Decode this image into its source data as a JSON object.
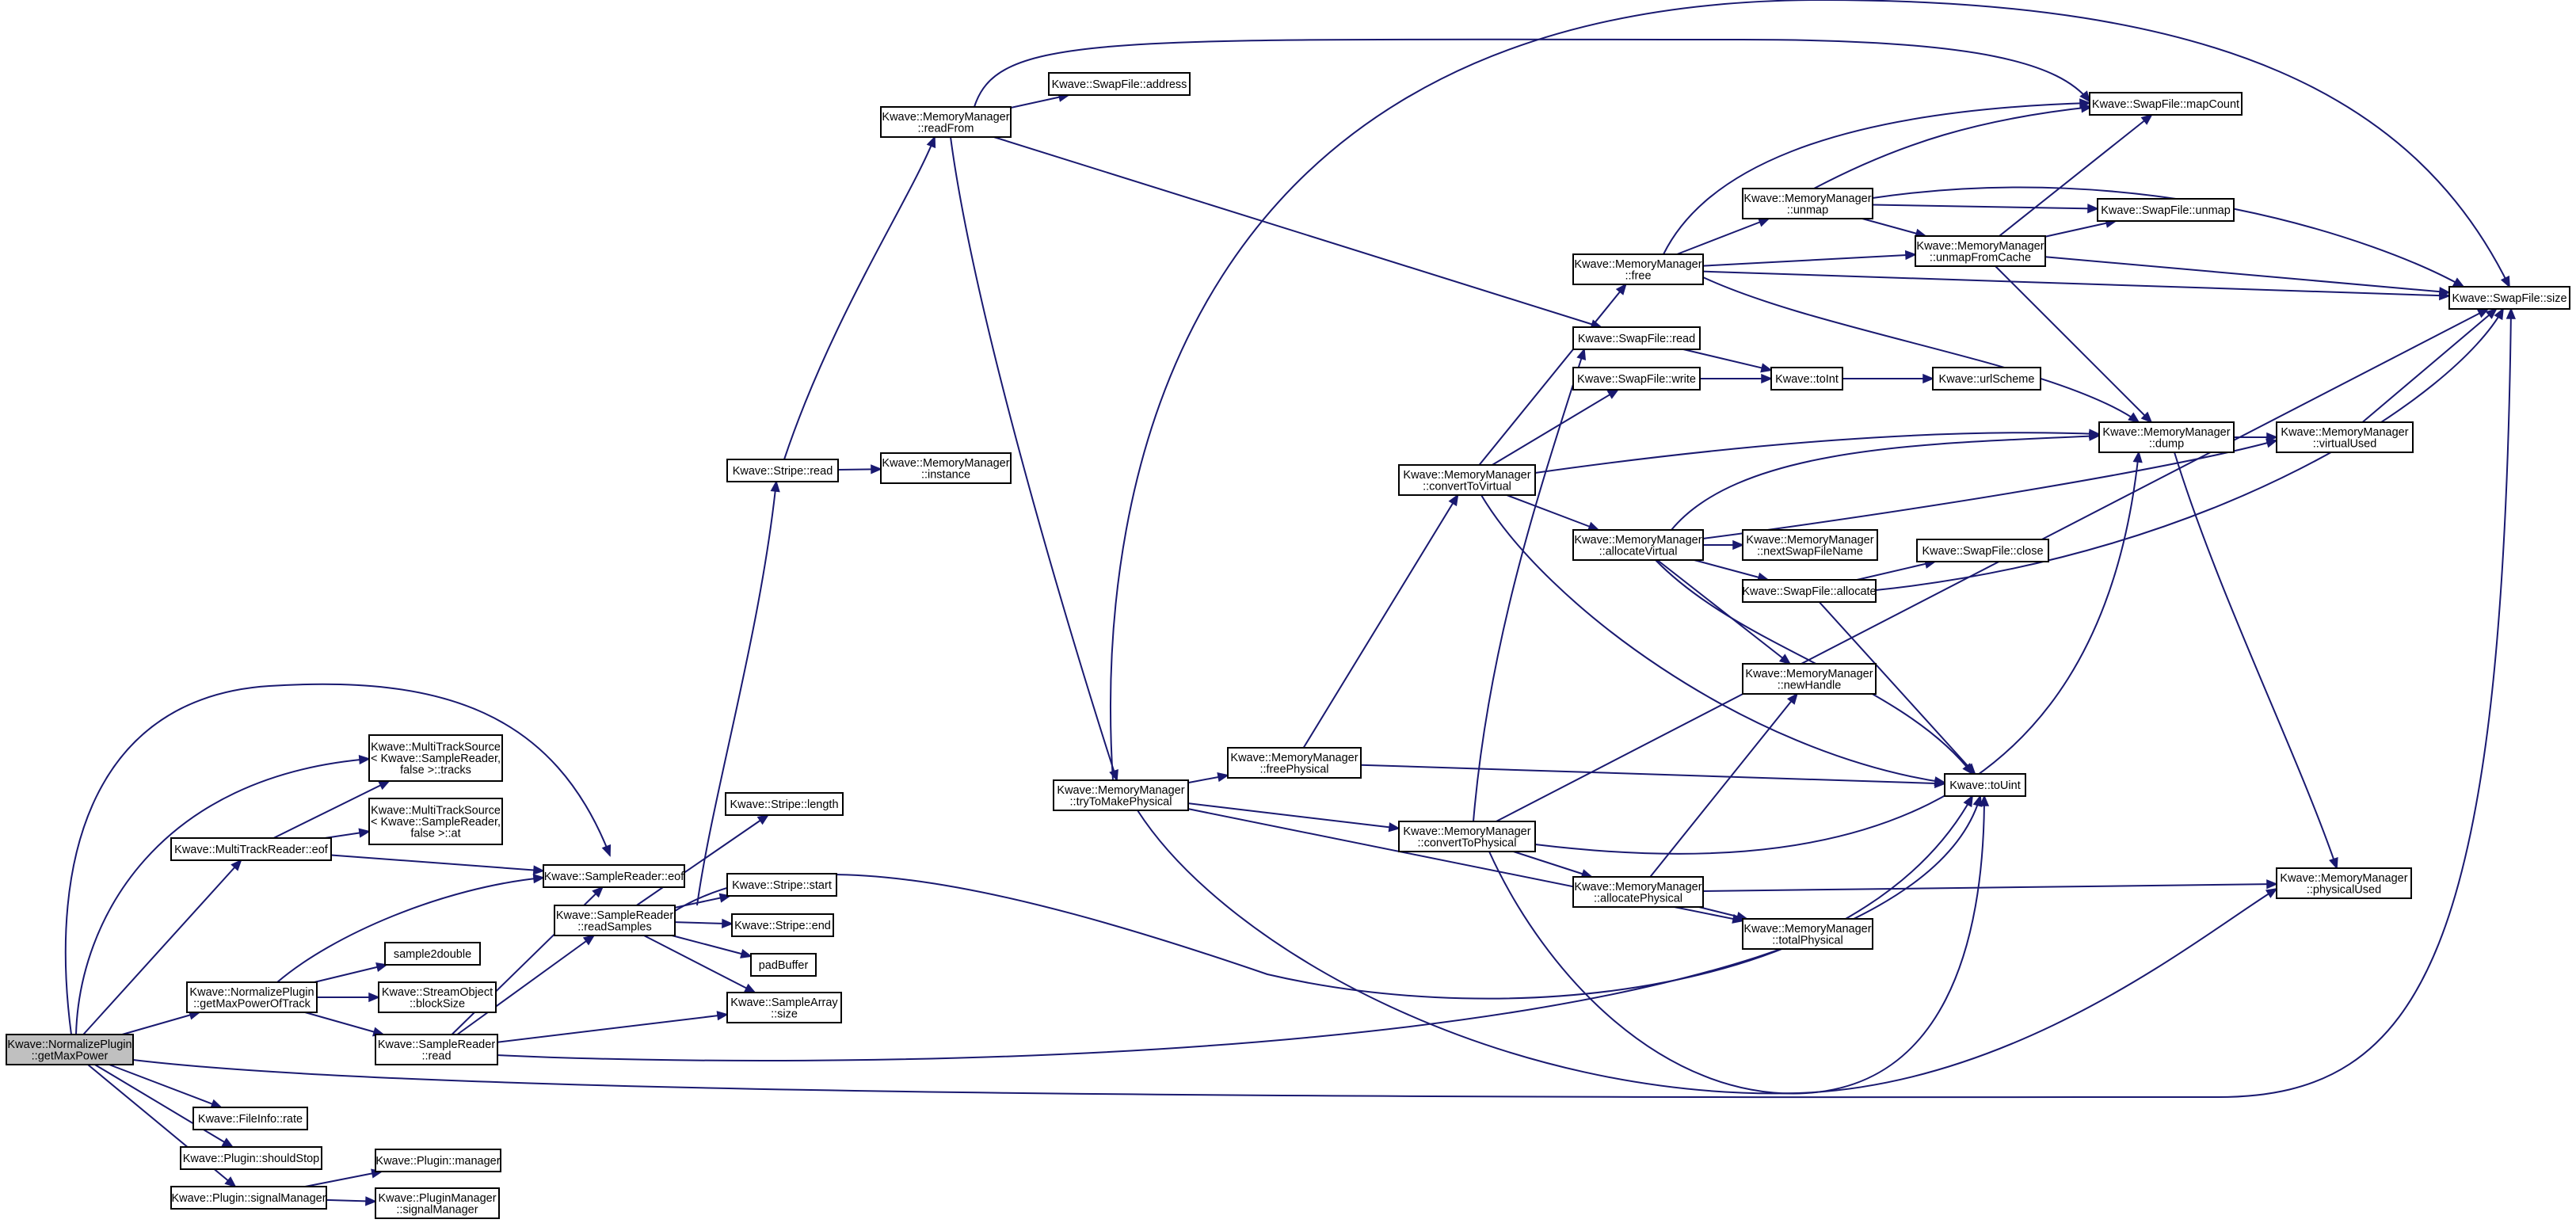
{
  "graph": {
    "nodes": [
      {
        "id": "getMaxPower",
        "lines": [
          "Kwave::NormalizePlugin",
          "::getMaxPower"
        ]
      },
      {
        "id": "tracks",
        "lines": [
          "Kwave::MultiTrackSource",
          "< Kwave::SampleReader,",
          "false >::tracks"
        ]
      },
      {
        "id": "mtr_eof",
        "lines": [
          "Kwave::MultiTrackReader::eof"
        ]
      },
      {
        "id": "at",
        "lines": [
          "Kwave::MultiTrackSource",
          "< Kwave::SampleReader,",
          "false >::at"
        ]
      },
      {
        "id": "getMaxPowerOfTrack",
        "lines": [
          "Kwave::NormalizePlugin",
          "::getMaxPowerOfTrack"
        ]
      },
      {
        "id": "sample2double",
        "lines": [
          "sample2double"
        ]
      },
      {
        "id": "blockSize",
        "lines": [
          "Kwave::StreamObject",
          "::blockSize"
        ]
      },
      {
        "id": "sr_read",
        "lines": [
          "Kwave::SampleReader",
          "::read"
        ]
      },
      {
        "id": "rate",
        "lines": [
          "Kwave::FileInfo::rate"
        ]
      },
      {
        "id": "shouldStop",
        "lines": [
          "Kwave::Plugin::shouldStop"
        ]
      },
      {
        "id": "signalManager",
        "lines": [
          "Kwave::Plugin::signalManager"
        ]
      },
      {
        "id": "manager",
        "lines": [
          "Kwave::Plugin::manager"
        ]
      },
      {
        "id": "pm_signalManager",
        "lines": [
          "Kwave::PluginManager",
          "::signalManager"
        ]
      },
      {
        "id": "sr_eof",
        "lines": [
          "Kwave::SampleReader::eof"
        ]
      },
      {
        "id": "readSamples",
        "lines": [
          "Kwave::SampleReader",
          "::readSamples"
        ]
      },
      {
        "id": "stripe_read",
        "lines": [
          "Kwave::Stripe::read"
        ]
      },
      {
        "id": "stripe_length",
        "lines": [
          "Kwave::Stripe::length"
        ]
      },
      {
        "id": "stripe_start",
        "lines": [
          "Kwave::Stripe::start"
        ]
      },
      {
        "id": "stripe_end",
        "lines": [
          "Kwave::Stripe::end"
        ]
      },
      {
        "id": "padBuffer",
        "lines": [
          "padBuffer"
        ]
      },
      {
        "id": "sa_size",
        "lines": [
          "Kwave::SampleArray",
          "::size"
        ]
      },
      {
        "id": "readFrom",
        "lines": [
          "Kwave::MemoryManager",
          "::readFrom"
        ]
      },
      {
        "id": "instance",
        "lines": [
          "Kwave::MemoryManager",
          "::instance"
        ]
      },
      {
        "id": "sf_address",
        "lines": [
          "Kwave::SwapFile::address"
        ]
      },
      {
        "id": "tryToMakePhysical",
        "lines": [
          "Kwave::MemoryManager",
          "::tryToMakePhysical"
        ]
      },
      {
        "id": "freePhysical",
        "lines": [
          "Kwave::MemoryManager",
          "::freePhysical"
        ]
      },
      {
        "id": "convertToVirtual",
        "lines": [
          "Kwave::MemoryManager",
          "::convertToVirtual"
        ]
      },
      {
        "id": "convertToPhysical",
        "lines": [
          "Kwave::MemoryManager",
          "::convertToPhysical"
        ]
      },
      {
        "id": "mm_free",
        "lines": [
          "Kwave::MemoryManager",
          "::free"
        ]
      },
      {
        "id": "sf_read",
        "lines": [
          "Kwave::SwapFile::read"
        ]
      },
      {
        "id": "sf_write",
        "lines": [
          "Kwave::SwapFile::write"
        ]
      },
      {
        "id": "allocateVirtual",
        "lines": [
          "Kwave::MemoryManager",
          "::allocateVirtual"
        ]
      },
      {
        "id": "allocatePhysical",
        "lines": [
          "Kwave::MemoryManager",
          "::allocatePhysical"
        ]
      },
      {
        "id": "mm_unmap",
        "lines": [
          "Kwave::MemoryManager",
          "::unmap"
        ]
      },
      {
        "id": "toInt",
        "lines": [
          "Kwave::toInt"
        ]
      },
      {
        "id": "nextSwapFileName",
        "lines": [
          "Kwave::MemoryManager",
          "::nextSwapFileName"
        ]
      },
      {
        "id": "sf_allocate",
        "lines": [
          "Kwave::SwapFile::allocate"
        ]
      },
      {
        "id": "newHandle",
        "lines": [
          "Kwave::MemoryManager",
          "::newHandle"
        ]
      },
      {
        "id": "totalPhysical",
        "lines": [
          "Kwave::MemoryManager",
          "::totalPhysical"
        ]
      },
      {
        "id": "unmapFromCache",
        "lines": [
          "Kwave::MemoryManager",
          "::unmapFromCache"
        ]
      },
      {
        "id": "urlScheme",
        "lines": [
          "Kwave::urlScheme"
        ]
      },
      {
        "id": "sf_close",
        "lines": [
          "Kwave::SwapFile::close"
        ]
      },
      {
        "id": "toUint",
        "lines": [
          "Kwave::toUint"
        ]
      },
      {
        "id": "sf_mapCount",
        "lines": [
          "Kwave::SwapFile::mapCount"
        ]
      },
      {
        "id": "sf_unmap",
        "lines": [
          "Kwave::SwapFile::unmap"
        ]
      },
      {
        "id": "mm_dump",
        "lines": [
          "Kwave::MemoryManager",
          "::dump"
        ]
      },
      {
        "id": "virtualUsed",
        "lines": [
          "Kwave::MemoryManager",
          "::virtualUsed"
        ]
      },
      {
        "id": "physicalUsed",
        "lines": [
          "Kwave::MemoryManager",
          "::physicalUsed"
        ]
      },
      {
        "id": "sf_size",
        "lines": [
          "Kwave::SwapFile::size"
        ]
      }
    ],
    "edges": [
      [
        "getMaxPower",
        "tracks"
      ],
      [
        "getMaxPower",
        "mtr_eof"
      ],
      [
        "getMaxPower",
        "sr_eof"
      ],
      [
        "getMaxPower",
        "getMaxPowerOfTrack"
      ],
      [
        "getMaxPower",
        "rate"
      ],
      [
        "getMaxPower",
        "shouldStop"
      ],
      [
        "getMaxPower",
        "signalManager"
      ],
      [
        "getMaxPower",
        "sf_size"
      ],
      [
        "mtr_eof",
        "tracks"
      ],
      [
        "mtr_eof",
        "at"
      ],
      [
        "mtr_eof",
        "sr_eof"
      ],
      [
        "getMaxPowerOfTrack",
        "sr_eof"
      ],
      [
        "getMaxPowerOfTrack",
        "sample2double"
      ],
      [
        "getMaxPowerOfTrack",
        "blockSize"
      ],
      [
        "getMaxPowerOfTrack",
        "sr_read"
      ],
      [
        "sr_read",
        "sr_eof"
      ],
      [
        "sr_read",
        "readSamples"
      ],
      [
        "sr_read",
        "sa_size"
      ],
      [
        "sr_read",
        "toUint"
      ],
      [
        "signalManager",
        "manager"
      ],
      [
        "signalManager",
        "pm_signalManager"
      ],
      [
        "readSamples",
        "stripe_read"
      ],
      [
        "readSamples",
        "stripe_length"
      ],
      [
        "readSamples",
        "stripe_start"
      ],
      [
        "readSamples",
        "stripe_end"
      ],
      [
        "readSamples",
        "padBuffer"
      ],
      [
        "readSamples",
        "sa_size"
      ],
      [
        "readSamples",
        "toUint"
      ],
      [
        "stripe_read",
        "readFrom"
      ],
      [
        "stripe_read",
        "instance"
      ],
      [
        "readFrom",
        "sf_address"
      ],
      [
        "readFrom",
        "sf_mapCount"
      ],
      [
        "readFrom",
        "sf_read"
      ],
      [
        "readFrom",
        "tryToMakePhysical"
      ],
      [
        "tryToMakePhysical",
        "freePhysical"
      ],
      [
        "tryToMakePhysical",
        "convertToPhysical"
      ],
      [
        "tryToMakePhysical",
        "totalPhysical"
      ],
      [
        "tryToMakePhysical",
        "physicalUsed"
      ],
      [
        "tryToMakePhysical",
        "sf_size"
      ],
      [
        "freePhysical",
        "convertToVirtual"
      ],
      [
        "freePhysical",
        "toUint"
      ],
      [
        "convertToVirtual",
        "mm_free"
      ],
      [
        "convertToVirtual",
        "sf_write"
      ],
      [
        "convertToVirtual",
        "mm_dump"
      ],
      [
        "convertToVirtual",
        "allocateVirtual"
      ],
      [
        "convertToVirtual",
        "toUint"
      ],
      [
        "convertToPhysical",
        "sf_read"
      ],
      [
        "convertToPhysical",
        "allocatePhysical"
      ],
      [
        "convertToPhysical",
        "toUint"
      ],
      [
        "convertToPhysical",
        "mm_dump"
      ],
      [
        "convertToPhysical",
        "sf_size"
      ],
      [
        "mm_free",
        "sf_mapCount"
      ],
      [
        "mm_free",
        "mm_unmap"
      ],
      [
        "mm_free",
        "unmapFromCache"
      ],
      [
        "mm_free",
        "sf_size"
      ],
      [
        "mm_free",
        "mm_dump"
      ],
      [
        "sf_read",
        "toInt"
      ],
      [
        "sf_write",
        "toInt"
      ],
      [
        "toInt",
        "urlScheme"
      ],
      [
        "allocateVirtual",
        "mm_dump"
      ],
      [
        "allocateVirtual",
        "virtualUsed"
      ],
      [
        "allocateVirtual",
        "nextSwapFileName"
      ],
      [
        "allocateVirtual",
        "sf_allocate"
      ],
      [
        "allocateVirtual",
        "newHandle"
      ],
      [
        "allocateVirtual",
        "toUint"
      ],
      [
        "allocatePhysical",
        "newHandle"
      ],
      [
        "allocatePhysical",
        "physicalUsed"
      ],
      [
        "allocatePhysical",
        "totalPhysical"
      ],
      [
        "mm_unmap",
        "sf_mapCount"
      ],
      [
        "mm_unmap",
        "sf_unmap"
      ],
      [
        "mm_unmap",
        "unmapFromCache"
      ],
      [
        "mm_unmap",
        "sf_size"
      ],
      [
        "unmapFromCache",
        "sf_mapCount"
      ],
      [
        "unmapFromCache",
        "sf_unmap"
      ],
      [
        "unmapFromCache",
        "sf_size"
      ],
      [
        "unmapFromCache",
        "mm_dump"
      ],
      [
        "sf_allocate",
        "sf_close"
      ],
      [
        "sf_allocate",
        "sf_size"
      ],
      [
        "sf_allocate",
        "toUint"
      ],
      [
        "mm_dump",
        "virtualUsed"
      ],
      [
        "mm_dump",
        "physicalUsed"
      ],
      [
        "virtualUsed",
        "sf_size"
      ]
    ]
  },
  "colors": {
    "edge": "#191970",
    "node_border": "#000000",
    "node_fill": "#ffffff",
    "root_fill": "#c0c0c0"
  }
}
